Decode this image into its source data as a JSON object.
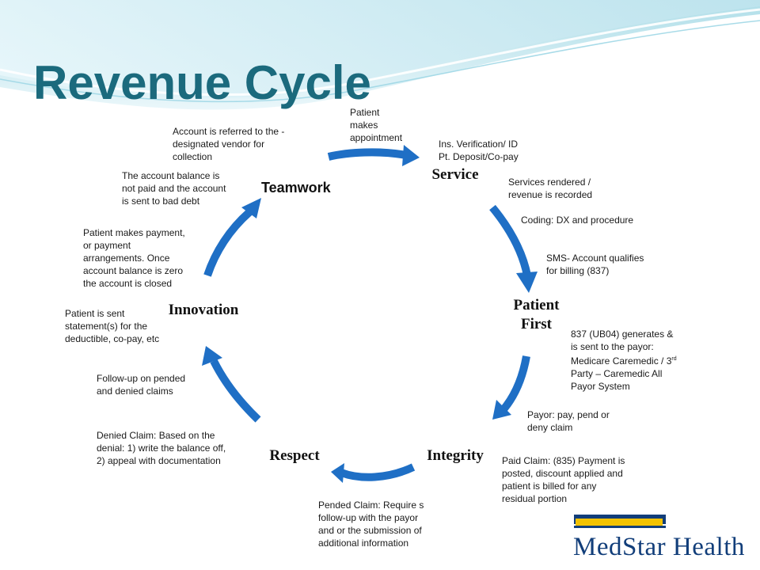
{
  "title": "Revenue Cycle",
  "values": {
    "teamwork": "Teamwork",
    "service": "Service",
    "patient_first": "Patient\nFirst",
    "integrity": "Integrity",
    "respect": "Respect",
    "innovation": "Innovation"
  },
  "steps": {
    "patient_makes_appointment": "Patient\nmakes\nappointment",
    "ins_verification": "Ins. Verification/ ID\nPt. Deposit/Co-pay",
    "services_rendered": "Services rendered /\nrevenue is recorded",
    "coding": "Coding: DX and procedure",
    "sms_account": "SMS- Account qualifies\nfor billing (837)",
    "ub04_line1": "837 (UB04) generates  &",
    "ub04_line2": "is sent to the payor:",
    "ub04_line3a": "Medicare Caremedic / 3",
    "ub04_sup": "rd",
    "ub04_line4": "Party – Caremedic All",
    "ub04_line5": "Payor System",
    "payor": "Payor: pay, pend or\ndeny claim",
    "paid_claim": "Paid Claim: (835) Payment is\nposted, discount applied and\npatient is billed for any\nresidual portion",
    "pended_claim": "Pended Claim: Require s\nfollow-up with the payor\nand or the submission of\nadditional information",
    "denied_claim": "Denied Claim: Based on the\ndenial: 1) write the balance off,\n2) appeal with  documentation",
    "follow_up": "Follow-up on  pended\nand denied claims",
    "statements": "Patient is sent\nstatement(s) for the\ndeductible, co-pay, etc",
    "patient_payment": "Patient makes payment,\nor payment\narrangements. Once\naccount balance is zero\nthe account is closed",
    "bad_debt": "The account balance is\nnot paid and the account\nis sent to bad debt",
    "vendor": "Account is referred to the -\ndesignated vendor for\ncollection"
  },
  "logo": {
    "text": "MedStar Health"
  },
  "colors": {
    "arrow": "#1f6fc5",
    "title": "#1b6a7d",
    "logo_blue": "#123e7a",
    "logo_gold": "#f2c200"
  }
}
